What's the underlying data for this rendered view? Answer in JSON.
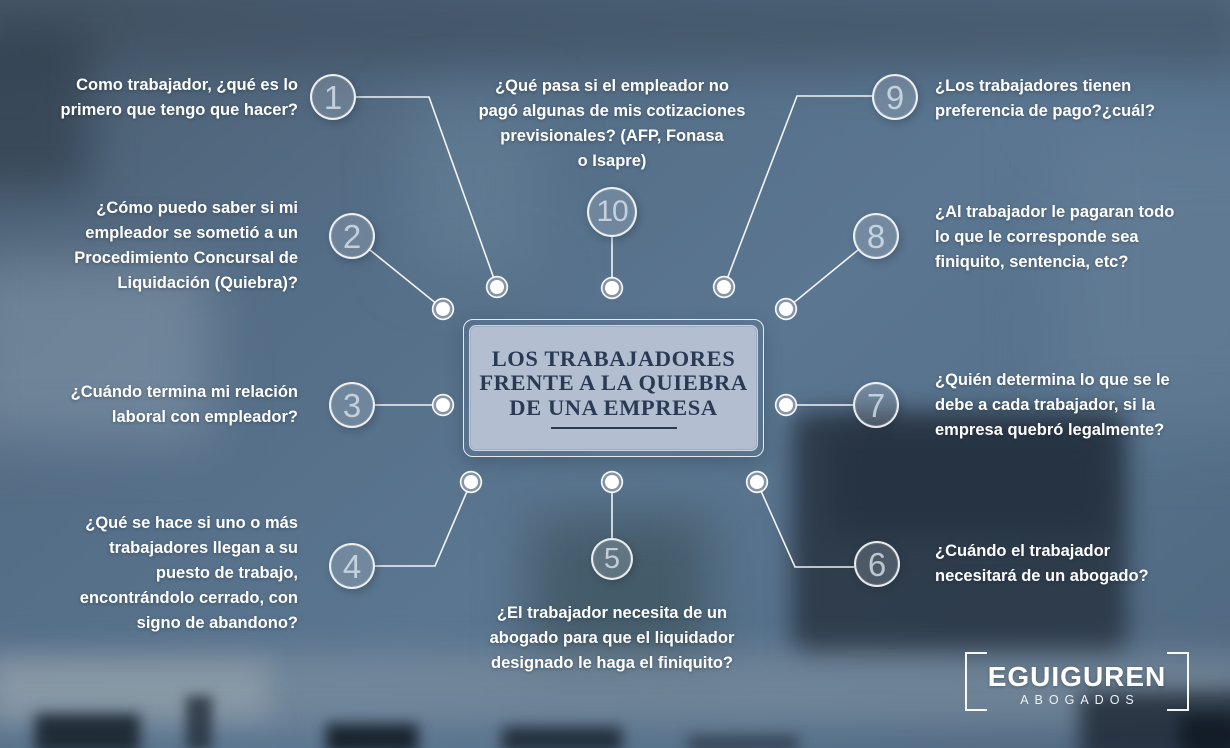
{
  "center": {
    "title": "LOS TRABAJADORES\nFRENTE A LA QUIEBRA\nDE UNA EMPRESA"
  },
  "questions": [
    {
      "number": "1",
      "text": "Como trabajador, ¿qué es lo\nprimero que tengo que hacer?"
    },
    {
      "number": "2",
      "text": "¿Cómo puedo saber si mi\nempleador se sometió a un\nProcedimiento Concursal de\nLiquidación (Quiebra)?"
    },
    {
      "number": "3",
      "text": "¿Cuándo termina mi relación\nlaboral con empleador?"
    },
    {
      "number": "4",
      "text": "¿Qué se hace si uno o más\ntrabajadores llegan a su\npuesto de trabajo,\nencontrándolo cerrado, con\nsigno de abandono?"
    },
    {
      "number": "5",
      "text": "¿El trabajador necesita de un\nabogado para que el liquidador\ndesignado le haga el finiquito?"
    },
    {
      "number": "6",
      "text": "¿Cuándo el trabajador\nnecesitará de un abogado?"
    },
    {
      "number": "7",
      "text": "¿Quién determina lo que se le\ndebe a cada trabajador, si la\nempresa quebró legalmente?"
    },
    {
      "number": "8",
      "text": "¿Al trabajador le pagaran todo\nlo que le corresponde sea\nfiniquito, sentencia, etc?"
    },
    {
      "number": "9",
      "text": "¿Los trabajadores tienen\npreferencia de pago?¿cuál?"
    },
    {
      "number": "10",
      "text": "¿Qué pasa si el empleador no\npagó algunas de mis cotizaciones\nprevisionales? (AFP, Fonasa\no Isapre)"
    }
  ],
  "logo": {
    "name": "EGUIGUREN",
    "subtitle": "ABOGADOS"
  },
  "colors": {
    "background": "#56708a",
    "panel_fill": "#b3bed0",
    "panel_text": "#2a3a55",
    "line": "#ffffff",
    "question_text": "#ffffff"
  }
}
